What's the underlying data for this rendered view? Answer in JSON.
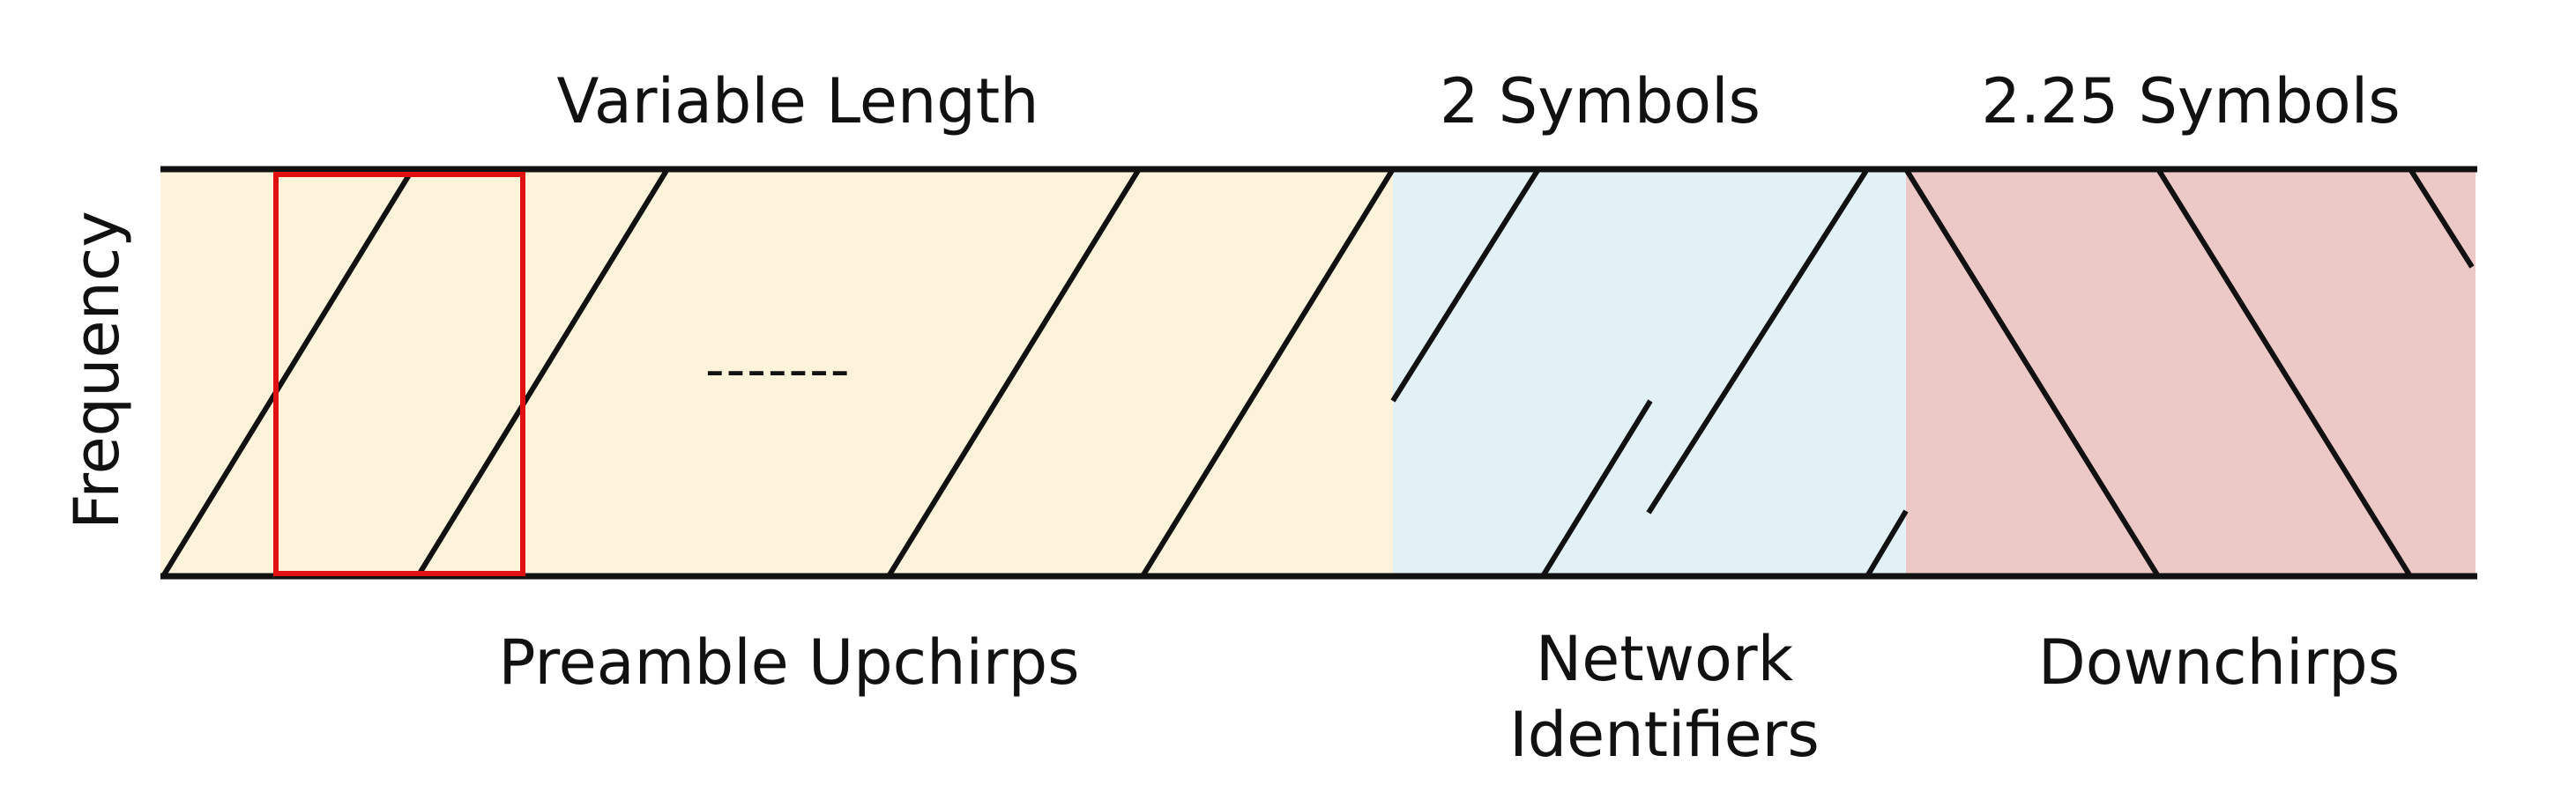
{
  "labels": {
    "variable_length": "Variable Length",
    "two_symbols": "2 Symbols",
    "two_25_symbols": "2.25 Symbols",
    "frequency": "Frequency",
    "preamble_upchirps": "Preamble Upchirps",
    "network_line1": "Network",
    "network_line2": "Identifiers",
    "downchirps": "Downchirps",
    "ellipsis": "-------"
  },
  "colors": {
    "preamble": "#fdf3da",
    "network": "#e2f1f6",
    "downchirp": "#ecc8c6",
    "lines": "#111111",
    "highlight": "#e01010"
  }
}
